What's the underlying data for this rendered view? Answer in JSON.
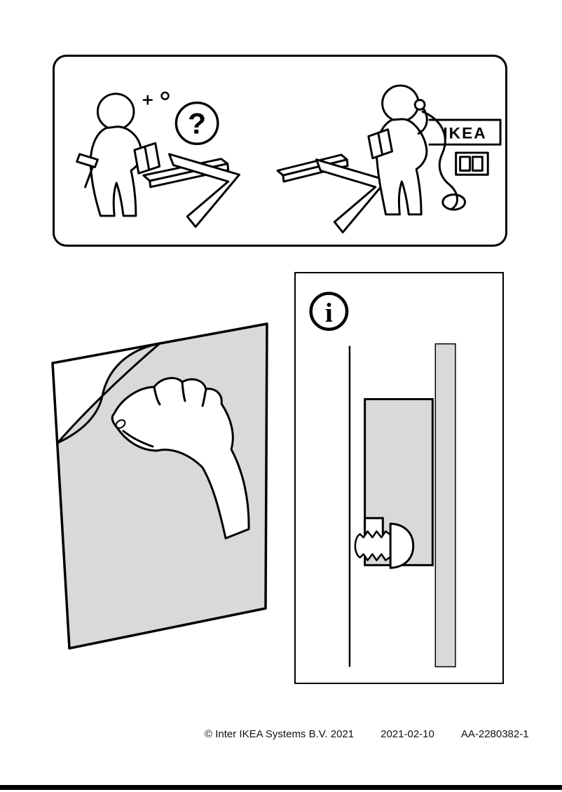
{
  "document": {
    "kind": "assembly-instructions-page",
    "help_panel": {
      "question_mark": "?",
      "ikea_logo": "IKEA"
    },
    "info_panel": {
      "info_symbol": "i"
    },
    "footer": {
      "copyright": "© Inter IKEA Systems B.V. 2021",
      "date": "2021-02-10",
      "document_id": "AA-2280382-1"
    },
    "colors": {
      "ink": "#000000",
      "film_gray": "#d9d9d9",
      "background": "#ffffff"
    }
  }
}
